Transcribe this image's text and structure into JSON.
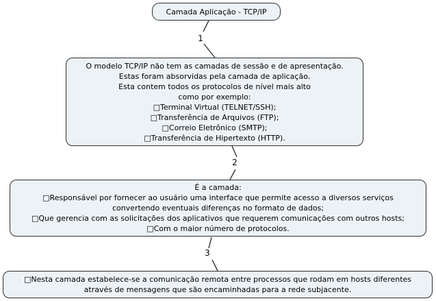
{
  "diagram": {
    "title_box": {
      "text": "Camada Aplicação - TCP/IP"
    },
    "app_desc_box": {
      "lines": [
        "O modelo TCP/IP não tem as camadas de sessão e de apresentação.",
        "Estas foram absorvidas pela camada de aplicação.",
        "Esta contem todos os protocolos de nível mais alto",
        "como por exemplo:",
        "□Terminal Virtual (TELNET/SSH);",
        "□Transferência de Arquivos (FTP);",
        "□Correio Eletrônico (SMTP);",
        "□Transferência de Hipertexto (HTTP)."
      ]
    },
    "camada_box": {
      "lines": [
        "É a camada:",
        "□Responsável por fornecer ao usuário uma interface que permite acesso a diversos serviços",
        "convertendo eventuais diferenças no formato de dados;",
        "□Que gerencia com as solicitações dos aplicativos que requerem comunicações com outros hosts;",
        "□Com o maior número de protocolos."
      ]
    },
    "nesta_box": {
      "lines": [
        "□Nesta camada estabelece-se a comunicação remota entre processos que rodam em hosts diferentes",
        "através de mensagens que são encaminhadas para a rede subjacente."
      ]
    },
    "connectors": [
      {
        "label": "1"
      },
      {
        "label": "2"
      },
      {
        "label": "3"
      }
    ],
    "colors": {
      "background": "#ffffff",
      "box_fill": "#edf2f6",
      "box_border": "#2f2f2f",
      "connector_line": "#333333",
      "text": "#000000"
    }
  }
}
